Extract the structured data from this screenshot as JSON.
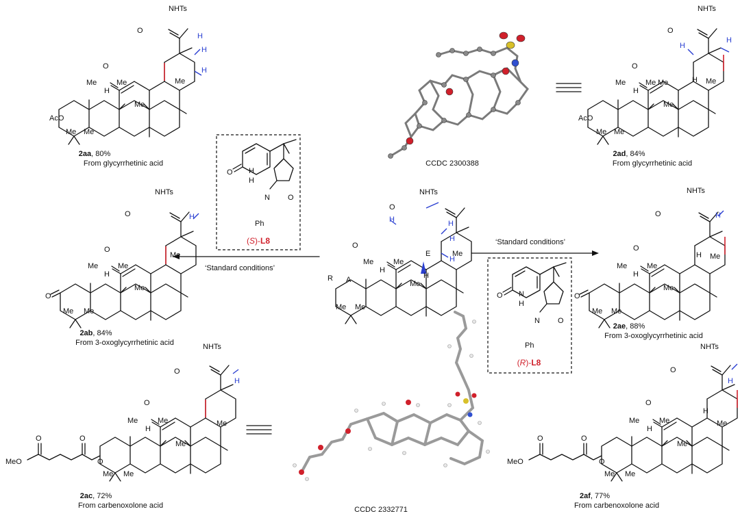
{
  "molecules": {
    "aa": {
      "id": "2aa",
      "yield": ", 80%",
      "source": "From glycyrrhetinic acid"
    },
    "ab": {
      "id": "2ab",
      "yield": ", 84%",
      "source": "From 3-oxoglycyrrhetinic acid"
    },
    "ac": {
      "id": "2ac",
      "yield": ", 72%",
      "source": "From carbenoxolone acid"
    },
    "ad": {
      "id": "2ad",
      "yield": ", 84%",
      "source": "From glycyrrhetinic acid"
    },
    "ae": {
      "id": "2ae",
      "yield": ", 88%",
      "source": "From 3-oxoglycyrrhetinic acid"
    },
    "af": {
      "id": "2af",
      "yield": ", 77%",
      "source": "From carbenoxolone acid"
    }
  },
  "labels": {
    "nhts": "NHTs",
    "me": "Me",
    "h": "H",
    "o": "O",
    "aco": "AcO",
    "meo": "MeO",
    "r": "R",
    "ringA": "A",
    "ringE": "E",
    "n": "N",
    "ph": "Ph"
  },
  "ligands": {
    "left": {
      "prefix": "(",
      "stereo": "S",
      "suffix": ")-",
      "name": "L8"
    },
    "right": {
      "prefix": "(",
      "stereo": "R",
      "suffix": ")-",
      "name": "L8"
    }
  },
  "arrows": {
    "left_label": "‘Standard conditions’",
    "right_label": "‘Standard conditions’"
  },
  "crystals": {
    "top": "CCDC 2300388",
    "bottom": "CCDC 2332771"
  },
  "colors": {
    "red": "#d0202b",
    "blue": "#2a3fd1",
    "sulfur": "#d8c02a",
    "nitrogen": "#3050d0",
    "oxygen": "#d0202b",
    "carbon": "#8a8a8a"
  }
}
